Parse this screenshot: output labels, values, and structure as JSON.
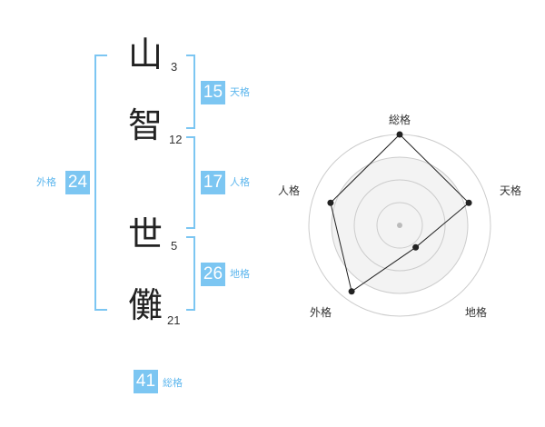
{
  "name": {
    "chars": [
      {
        "char": "山",
        "strokes": "3"
      },
      {
        "char": "智",
        "strokes": "12"
      },
      {
        "char": "世",
        "strokes": "5"
      },
      {
        "char": "儺",
        "strokes": "21"
      }
    ]
  },
  "kaku": {
    "tenkaku": {
      "value": "15",
      "label": "天格"
    },
    "jinkaku": {
      "value": "17",
      "label": "人格"
    },
    "chikaku": {
      "value": "26",
      "label": "地格"
    },
    "gaikaku": {
      "value": "24",
      "label": "外格"
    },
    "soukaku": {
      "value": "41",
      "label": "総格"
    }
  },
  "colors": {
    "accent": "#7cc6f2",
    "accent_text": "#5eb7ee"
  },
  "chart_data": {
    "type": "radar",
    "axes": [
      "総格",
      "天格",
      "地格",
      "外格",
      "人格"
    ],
    "values": [
      1.0,
      0.8,
      0.3,
      0.9,
      0.8
    ],
    "scale_rings": 4
  }
}
